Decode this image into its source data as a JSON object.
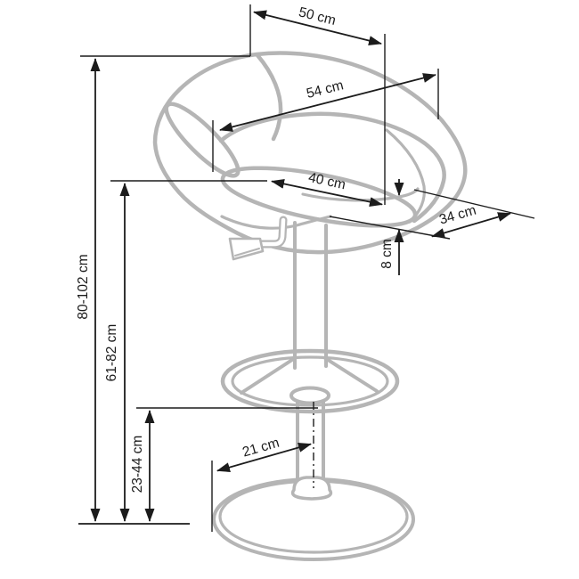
{
  "title": "Bar stool dimension diagram",
  "colors": {
    "line": "#1c1c1c",
    "chair": "#b5b5b5",
    "bg": "#ffffff"
  },
  "units": "cm",
  "dimensions": {
    "backrest_width": {
      "label": "50 cm"
    },
    "seat_diameter": {
      "label": "54 cm"
    },
    "seat_inner_width": {
      "label": "40 cm"
    },
    "seat_depth": {
      "label": "34 cm"
    },
    "cushion_thickness": {
      "label": "8 cm"
    },
    "overall_height": {
      "label": "80-102 cm"
    },
    "seat_height": {
      "label": "61-82 cm"
    },
    "footrest_height": {
      "label": "23-44 cm"
    },
    "base_radius": {
      "label": "21 cm"
    }
  }
}
